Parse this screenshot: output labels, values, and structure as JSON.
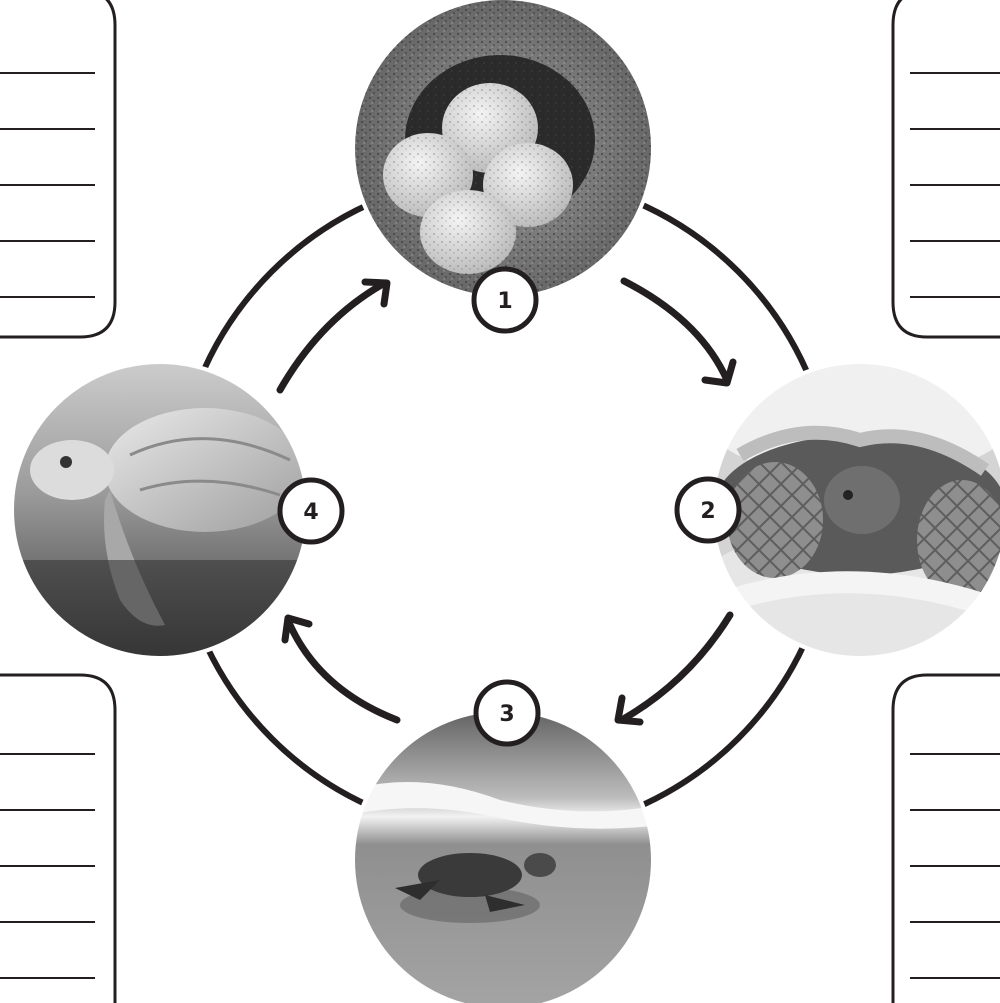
{
  "diagram": {
    "stages": [
      {
        "number": "1",
        "image": "turtle-eggs-in-sand-nest"
      },
      {
        "number": "2",
        "image": "hatchling-breaking-out-of-egg"
      },
      {
        "number": "3",
        "image": "hatchling-crawling-to-the-sea"
      },
      {
        "number": "4",
        "image": "adult-sea-turtle-on-beach"
      }
    ],
    "note_boxes": [
      {
        "position": "top-left",
        "blank_lines": 5
      },
      {
        "position": "top-right",
        "blank_lines": 5
      },
      {
        "position": "bottom-left",
        "blank_lines": 5
      },
      {
        "position": "bottom-right",
        "blank_lines": 5
      }
    ],
    "colors": {
      "stroke": "#231f20",
      "background": "#ffffff"
    }
  }
}
